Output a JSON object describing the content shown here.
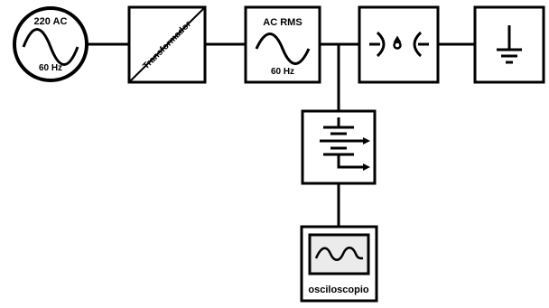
{
  "blocks": {
    "source": {
      "voltage_label": "220 AC",
      "frequency_label": "60 Hz",
      "icon": "sine-wave-icon"
    },
    "transformer": {
      "label": "Transformador"
    },
    "ac_rms": {
      "title": "AC RMS",
      "frequency_label": "60 Hz",
      "icon": "sine-wave-icon"
    },
    "spark_gap": {
      "icon": "spark-gap-icon"
    },
    "ground": {
      "icon": "ground-icon"
    },
    "variable_resistor": {
      "icon": "variable-resistor-icon"
    },
    "oscilloscope": {
      "label": "osciloscopio",
      "icon": "oscilloscope-screen-icon"
    }
  },
  "colors": {
    "stroke": "#000000",
    "background": "#ffffff",
    "screen": "#ebebeb"
  }
}
